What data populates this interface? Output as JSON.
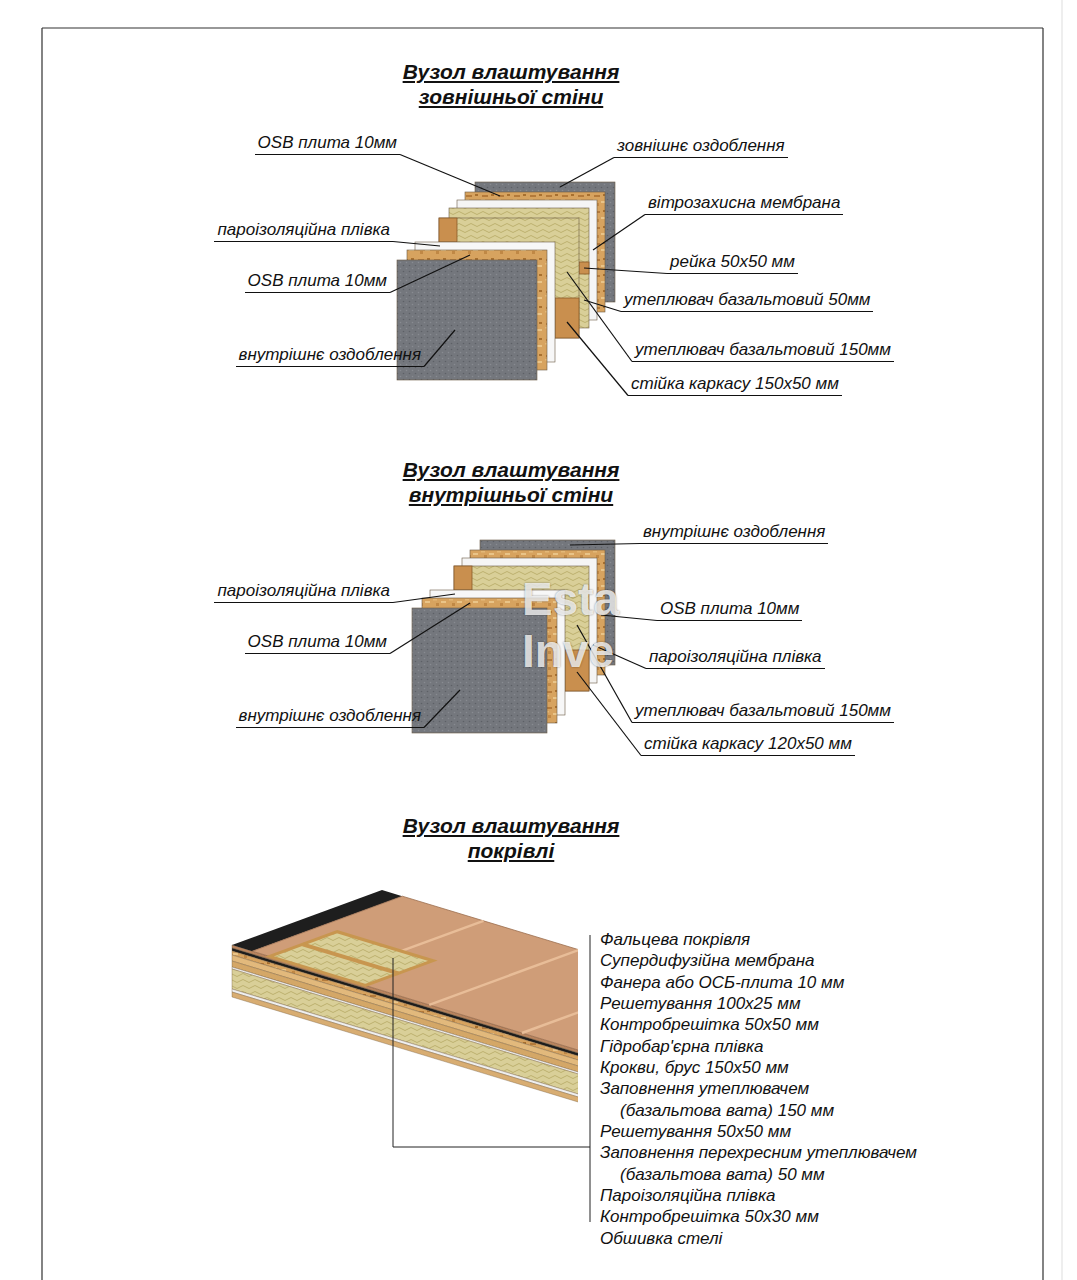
{
  "diagram": {
    "labels": [
      "Вузол влаштування зовнішньої стіни",
      "OSB плита 10мм",
      "зовнішнє оздоблення",
      "вітрозахисна мембрана",
      "пароізоляційна плівка",
      "рейка 50х50 мм",
      "OSB плита 10мм",
      "утеплювач базальтовий 50мм",
      "утеплювач базальтовий 150мм",
      "внутрішнє оздоблення",
      "стійка каркасу 150х50 мм",
      "Вузол влаштування внутрішньої стіни",
      "внутрішнє оздоблення",
      "пароізоляційна плівка",
      "OSB плита 10мм",
      "OSB плита 10мм",
      "пароізоляційна плівка",
      "утеплювач базальтовий 150мм",
      "внутрішнє оздоблення",
      "стійка каркасу 120х50 мм",
      "Esta",
      "Inve",
      "Вузол влаштування покрівлі",
      "Фальцева покрівля",
      "Супердифузійна мембрана",
      "Фанера або ОСБ-плита 10 мм",
      "Решетування 100х25 мм",
      "Контробрешітка 50х50 мм",
      "Гідробар'єрна плівка",
      "Крокви, брус 150х50 мм",
      "Заповнення утеплювачем (базальтова вата) 150 мм",
      "Решетування 50х50 мм",
      "Заповнення перехресним утеплювачем (базальтова вата) 50 мм",
      "Пароізоляційна плівка",
      "Контробрешітка 50х30 мм",
      "Обшивка стелі"
    ]
  }
}
